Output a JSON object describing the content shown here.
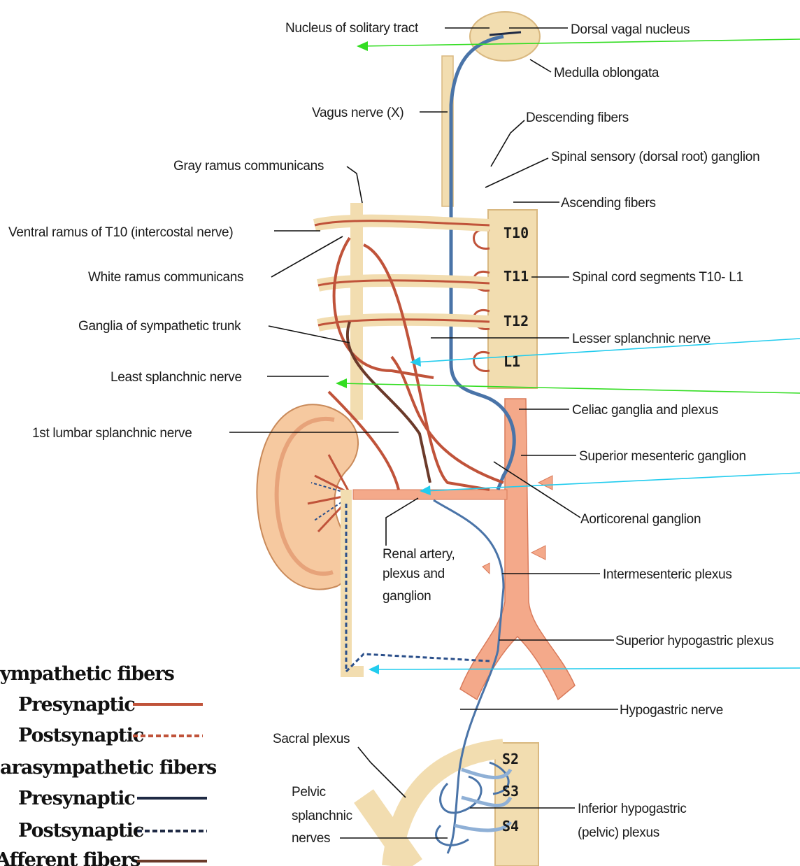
{
  "labels": {
    "nucleus_solitary": "Nucleus of solitary tract",
    "dorsal_vagal": "Dorsal vagal nucleus",
    "medulla": "Medulla oblongata",
    "vagus": "Vagus nerve (X)",
    "descending": "Descending fibers",
    "gray_ramus": "Gray ramus communicans",
    "spinal_sensory": "Spinal sensory (dorsal root) ganglion",
    "ascending": "Ascending fibers",
    "ventral_ramus": "Ventral ramus of T10 (intercostal nerve)",
    "white_ramus": "White ramus communicans",
    "spinal_segments": "Spinal cord segments T10- L1",
    "ganglia_trunk": "Ganglia of sympathetic trunk",
    "lesser_splanchnic": "Lesser splanchnic nerve",
    "least_splanchnic": "Least splanchnic nerve",
    "celiac": "Celiac ganglia and plexus",
    "lumbar_splanchnic": "1st lumbar splanchnic nerve",
    "sup_mesenteric": "Superior mesenteric ganglion",
    "aorticorenal": "Aorticorenal ganglion",
    "renal_1": "Renal artery,",
    "renal_2": "plexus and",
    "renal_3": "ganglion",
    "intermesenteric": "Intermesenteric plexus",
    "sup_hypogastric": "Superior hypogastric plexus",
    "hypogastric_nerve": "Hypogastric nerve",
    "sacral_plexus": "Sacral plexus",
    "pelvic_1": "Pelvic",
    "pelvic_2": "splanchnic",
    "pelvic_3": "nerves",
    "inf_hypo_1": "Inferior hypogastric",
    "inf_hypo_2": "(pelvic) plexus"
  },
  "segments": {
    "t10": "T10",
    "t11": "T11",
    "t12": "T12",
    "l1": "L1",
    "s2": "S2",
    "s3": "S3",
    "s4": "S4"
  },
  "legend": {
    "sympathetic": "ympathetic fibers",
    "sym_pre": "Presynaptic",
    "sym_post": "Postsynaptic",
    "parasympathetic": "arasympathetic fibers",
    "para_pre": "Presynaptic",
    "para_post": "Postsynaptic",
    "afferent": "Afferent fibers"
  },
  "colors": {
    "sympathetic": "#c0533a",
    "parasympathetic": "#1f2a44",
    "afferent": "#6b3a2a",
    "nerve_tan": "#f2ddb0",
    "artery": "#f4a98a",
    "vagus_blue": "#4a74a8",
    "green_arrow": "#33dd22",
    "cyan_arrow": "#22ccee"
  }
}
